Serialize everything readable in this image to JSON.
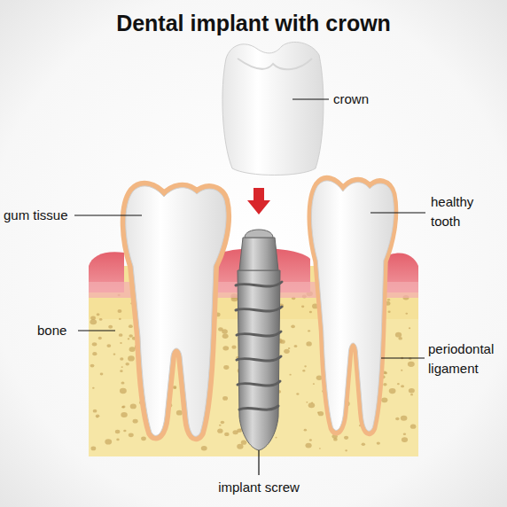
{
  "diagram": {
    "title": "Dental implant with crown",
    "labels": [
      "crown",
      "gum tissue",
      "bone",
      "healthy tooth",
      "periodontal ligament",
      "implant screw"
    ]
  }
}
